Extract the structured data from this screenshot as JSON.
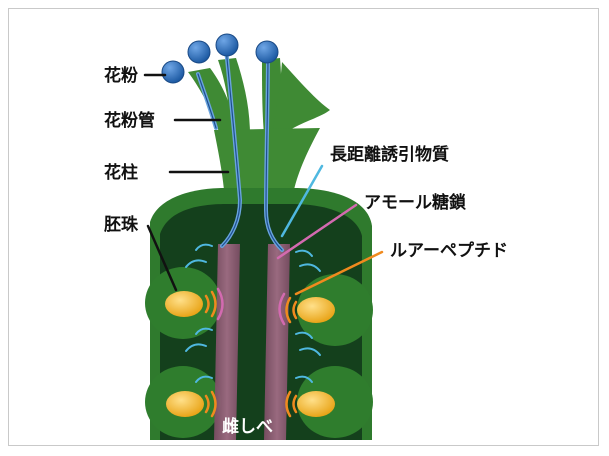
{
  "labels": {
    "pollen": "花粉",
    "pollen_tube": "花粉管",
    "style": "花柱",
    "ovule": "胚珠",
    "long_distance_attractant": "長距離誘引物質",
    "amor_sugar_chain": "アモール糖鎖",
    "lure_peptide": "ルアーペプチド",
    "pistil": "雌しべ"
  },
  "colors": {
    "pistil_green": "#3f8a34",
    "pistil_dark": "#14401c",
    "ovule_green": "#2f7d2d",
    "pollen_blue": "#2f6fb8",
    "tube_blue": "#6aa4dd",
    "egg_yellow": "#f0b51c",
    "transmitting_tract": "#8e5c72",
    "signal_cyan": "#4fb8e0",
    "signal_pink": "#d36ab0",
    "signal_orange": "#f08a1e"
  }
}
